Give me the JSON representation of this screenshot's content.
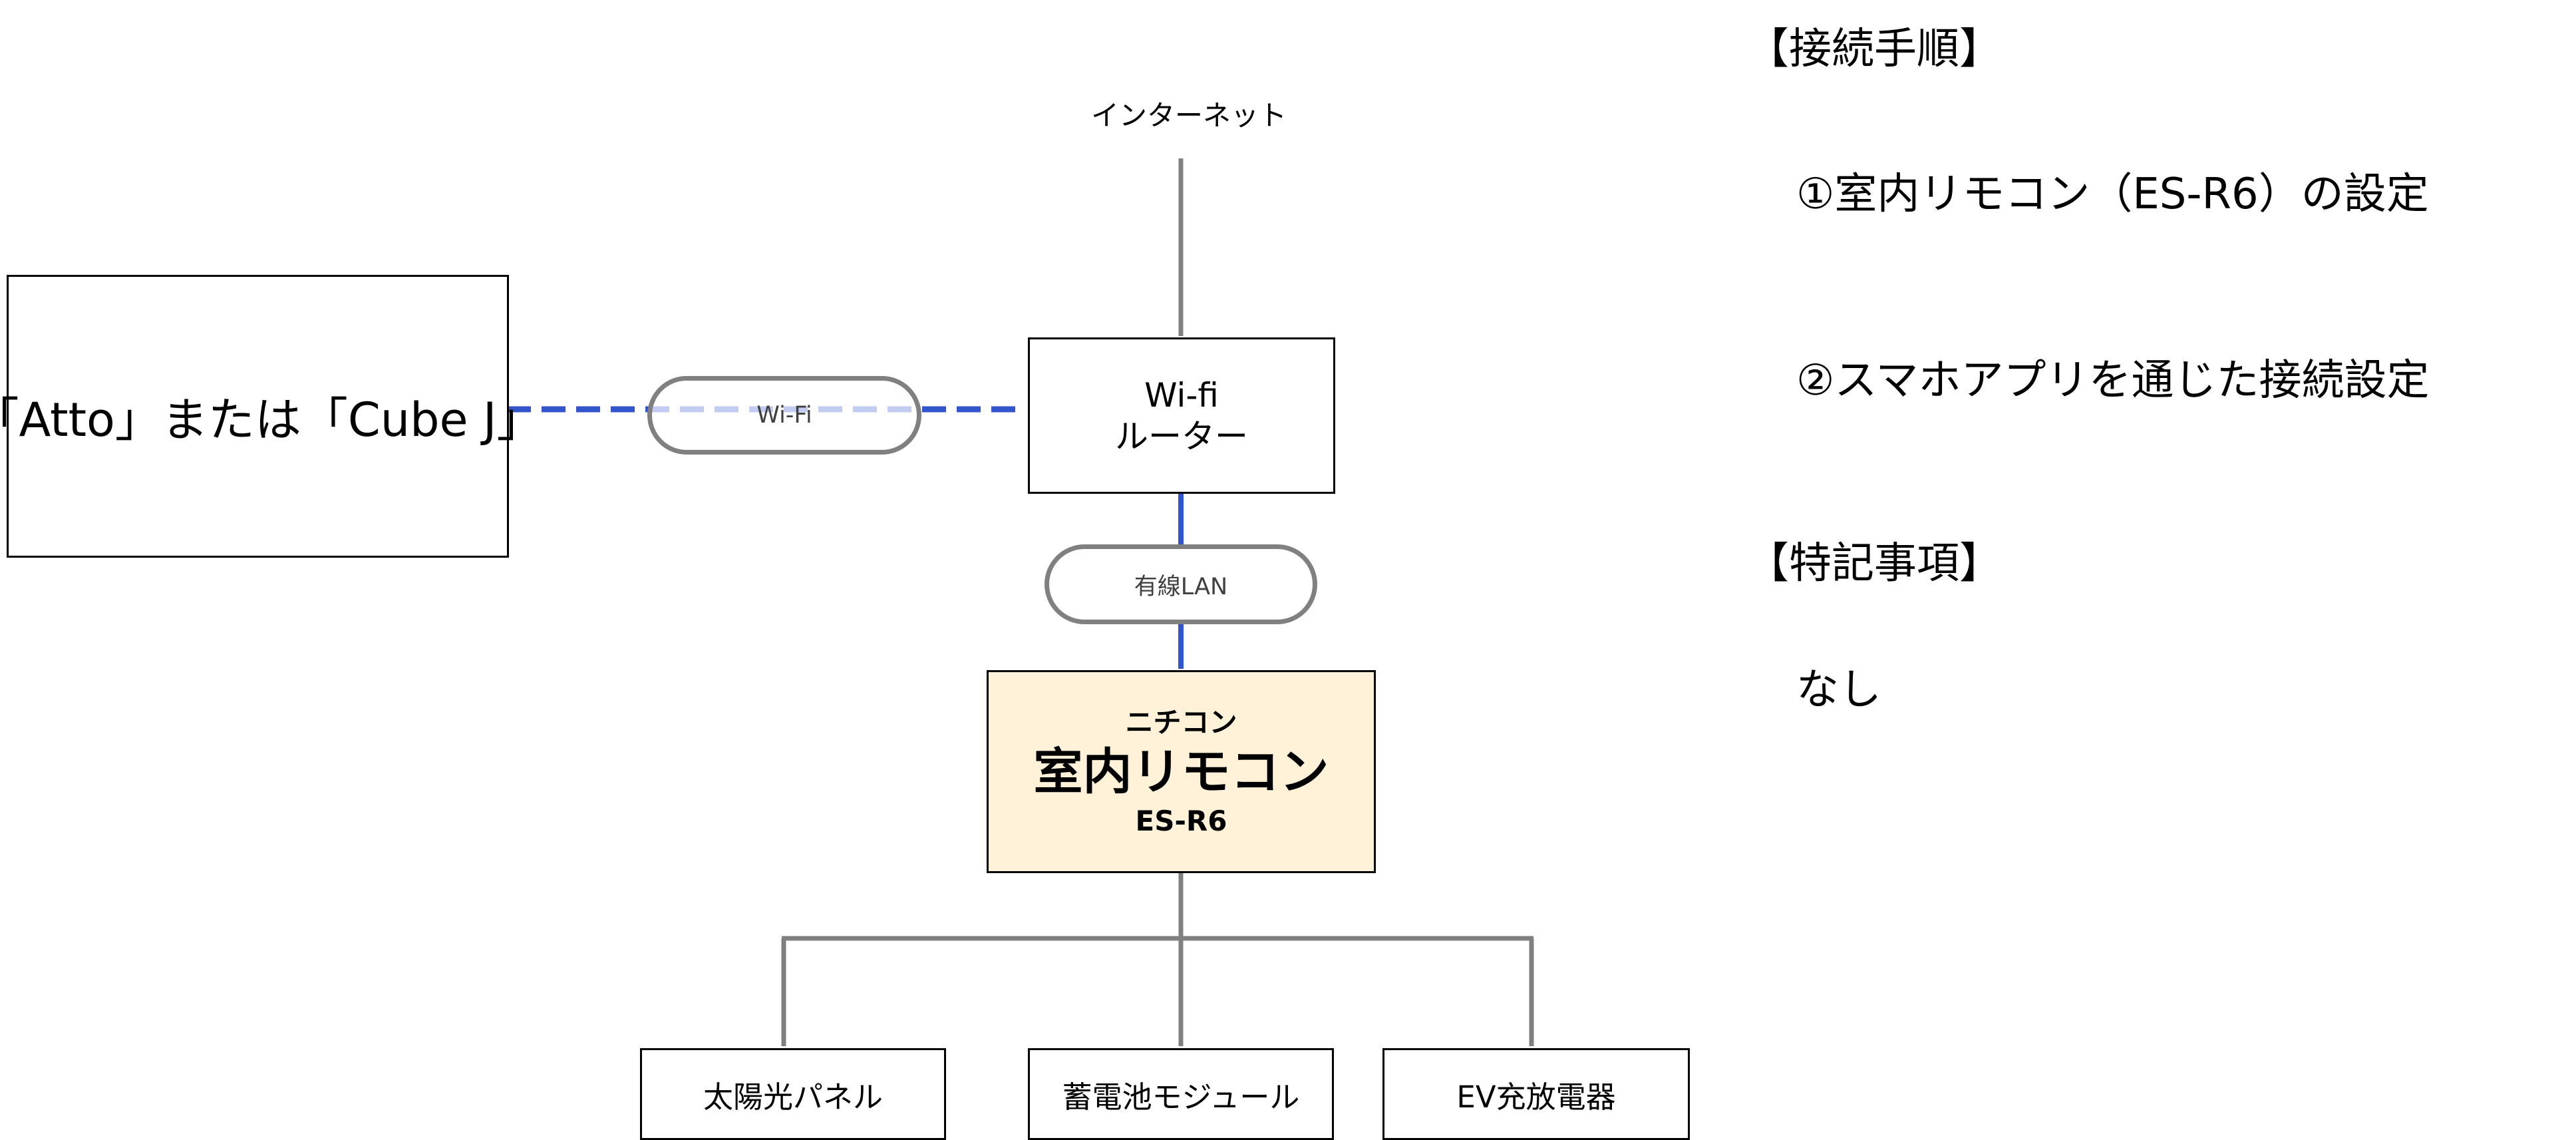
{
  "diagram": {
    "internet_label": "インターネット",
    "client_label": "「Atto」または「Cube J」",
    "wifi_link_label": "Wi-Fi",
    "router": {
      "line1": "Wi-fi",
      "line2": "ルーター"
    },
    "wired_link_label": "有線LAN",
    "main_device": {
      "maker": "ニチコン",
      "name": "室内リモコン",
      "model": "ES-R6"
    },
    "devices": [
      "太陽光パネル",
      "蓄電池モジュール",
      "EV充放電器"
    ],
    "colors": {
      "main_device_fill": "#fff2d9",
      "wireless_line": "#3355cc",
      "wired_line": "#3355cc",
      "trunk_line": "#808080"
    }
  },
  "notes": {
    "procedure_heading": "【接続手順】",
    "procedure_steps": [
      "①室内リモコン（ES-R6）の設定",
      "②スマホアプリを通じた接続設定"
    ],
    "remarks_heading": "【特記事項】",
    "remarks_text": "なし"
  }
}
